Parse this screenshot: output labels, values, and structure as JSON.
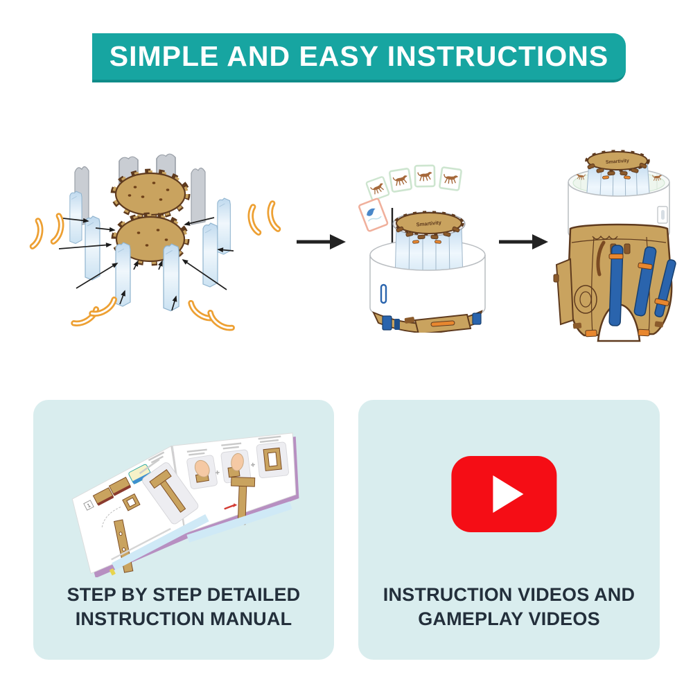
{
  "banner": {
    "title": "SIMPLE AND EASY INSTRUCTIONS"
  },
  "steps": {
    "brand_label": "Smartivity",
    "items": [
      {
        "name": "exploded-parts"
      },
      {
        "name": "film-strip-insert"
      },
      {
        "name": "assembled-toy"
      }
    ]
  },
  "cards": {
    "manual": {
      "step_badge": "1",
      "caption_line1": "STEP BY STEP DETAILED",
      "caption_line2": "INSTRUCTION MANUAL"
    },
    "videos": {
      "caption_line1": "INSTRUCTION VIDEOS AND",
      "caption_line2": "GAMEPLAY VIDEOS"
    }
  },
  "colors": {
    "teal": "#17A5A1",
    "teal_dark": "#0F8C89",
    "card_bg": "#D9EDEE",
    "ink": "#232F3B",
    "youtube_red": "#F50D15",
    "orange": "#EDA033",
    "cardboard": "#C9A35F",
    "cardboard_dark": "#5E3A1E",
    "panel_blue": "#CFE4F4",
    "gray_panel": "#C9CDD3",
    "strap_blue": "#2A64AD",
    "film_green": "#CDE5CF",
    "film_salmon": "#F0B09C",
    "horse_brown": "#A5683A",
    "arrow_black": "#1F1F1F",
    "background": "#FFFFFF"
  }
}
